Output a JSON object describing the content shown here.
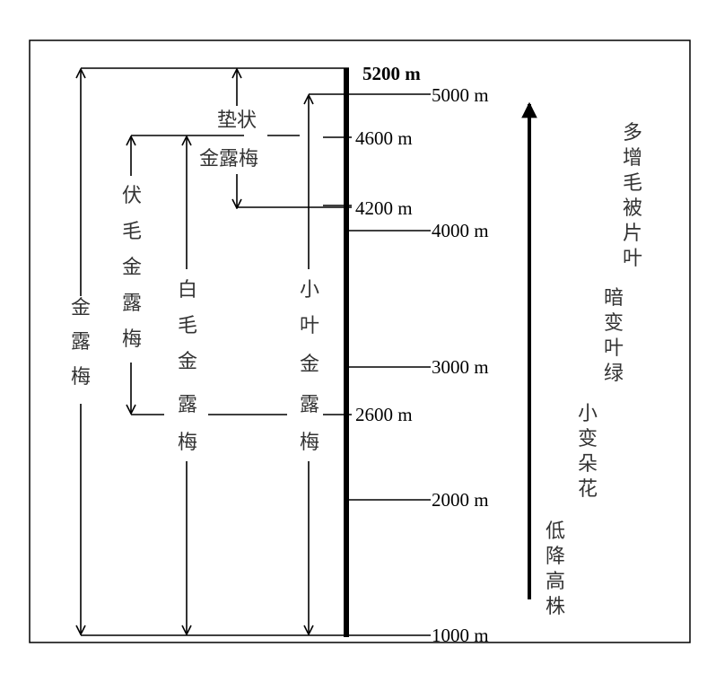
{
  "altitude_labels": {
    "m5200": "5200 m",
    "m5000": "5000 m",
    "m4600": "4600 m",
    "m4200": "4200 m",
    "m4000": "4000 m",
    "m3000": "3000 m",
    "m2600": "2600 m",
    "m2000": "2000 m",
    "m1000": "1000 m"
  },
  "species": {
    "jinloumei": [
      "金",
      "露",
      "梅"
    ],
    "fumao": [
      "伏",
      "毛",
      "金",
      "露",
      "梅"
    ],
    "baimao": [
      "白",
      "毛",
      "金",
      "露",
      "梅"
    ],
    "xiaoye": [
      "小",
      "叶",
      "金",
      "露",
      "梅"
    ],
    "dianzhuang_line1": "垫状",
    "dianzhuang_line2": "金露梅"
  },
  "trends": {
    "t1": [
      "株",
      "高",
      "降",
      "低"
    ],
    "t2": [
      "花",
      "朵",
      "变",
      "小"
    ],
    "t3": [
      "绿",
      "叶",
      "变",
      "暗"
    ],
    "t4": [
      "叶",
      "片",
      "被",
      "毛",
      "增",
      "多"
    ]
  }
}
